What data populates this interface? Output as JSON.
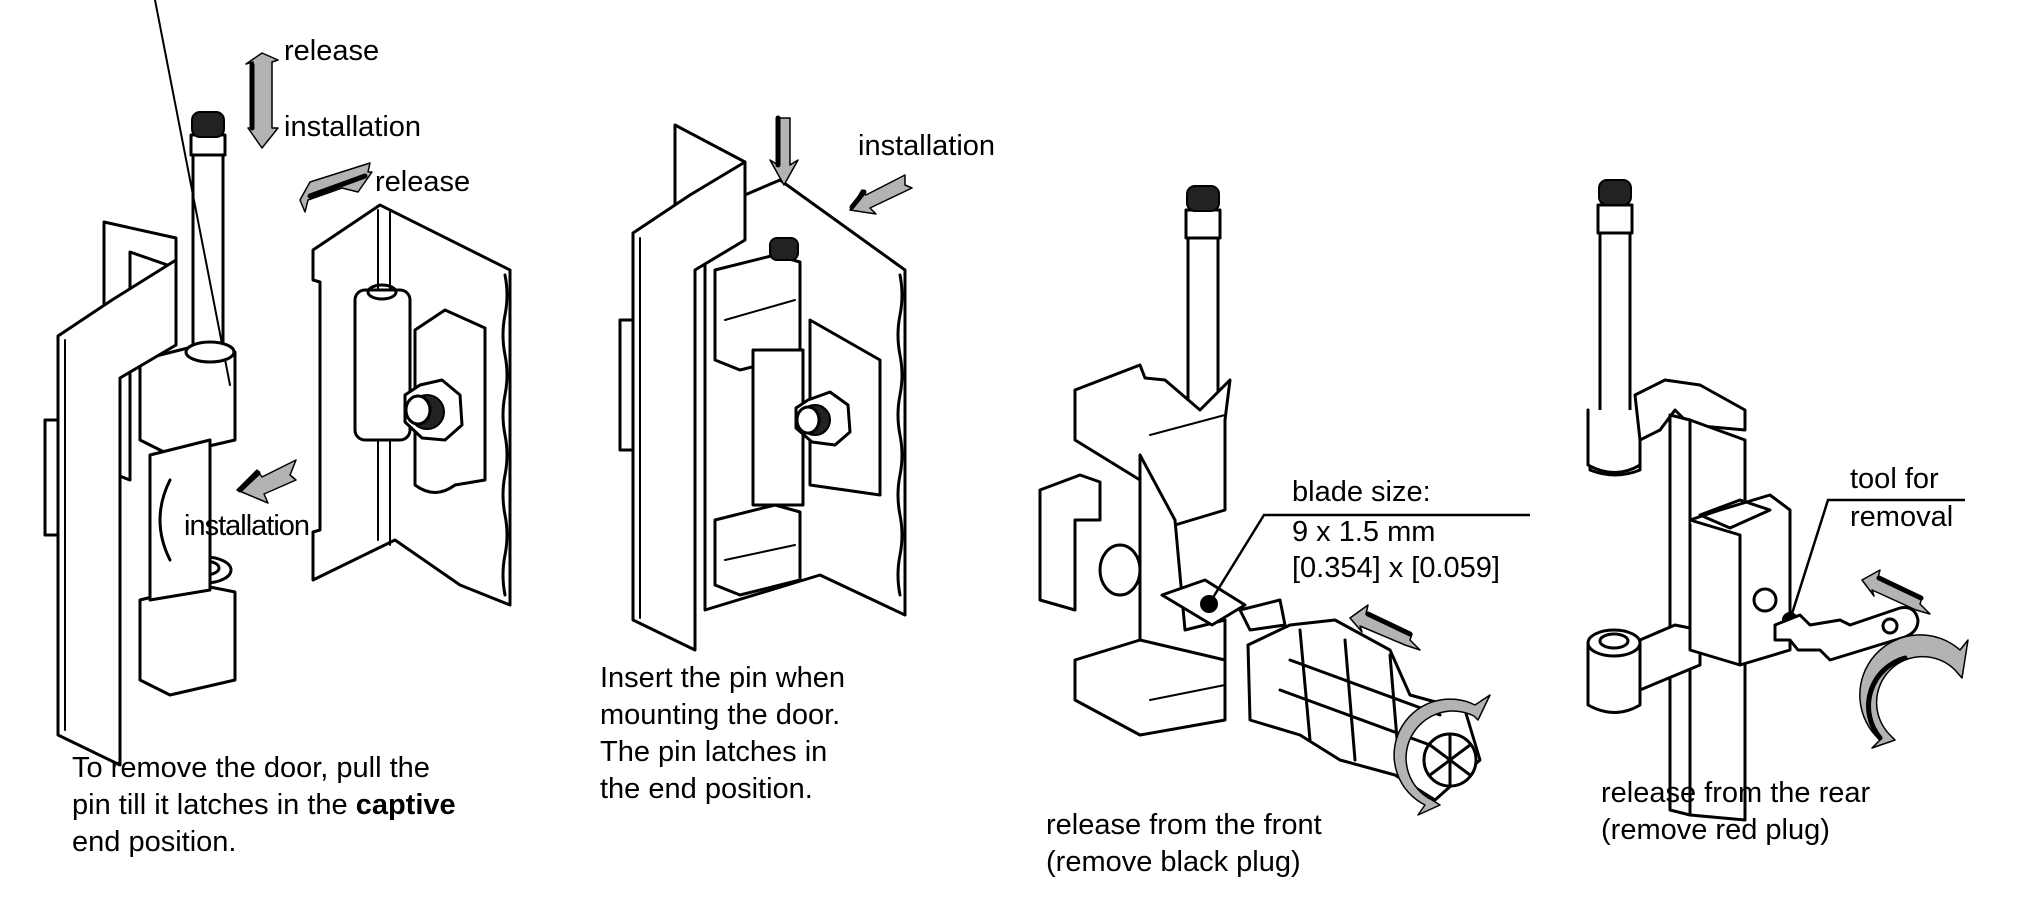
{
  "panels": [
    {
      "id": "remove-door",
      "labels": {
        "pin_release": "release",
        "pin_installation": "installation",
        "door_release": "release",
        "door_installation": "installation"
      },
      "caption": {
        "line1": "To remove the door, pull the",
        "line2_before": "pin till it latches in the ",
        "line2_bold": "captive",
        "line3": "end position."
      }
    },
    {
      "id": "insert-pin",
      "labels": {
        "installation": "installation"
      },
      "caption": {
        "line1": "Insert the pin when",
        "line2": "mounting the door.",
        "line3": "The pin latches in",
        "line4": "the end position."
      }
    },
    {
      "id": "release-front",
      "labels": {
        "blade_title": "blade size:",
        "blade_metric": "9  x 1.5 mm",
        "blade_imperial": "[0.354] x [0.059]"
      },
      "caption": {
        "line1": "release from the front",
        "line2": "(remove black plug)"
      }
    },
    {
      "id": "release-rear",
      "labels": {
        "tool_line1": "tool for",
        "tool_line2": "removal"
      },
      "caption": {
        "line1": "release from the rear",
        "line2": "(remove red plug)"
      }
    }
  ],
  "colors": {
    "arrow_fill": "#b3b3b3",
    "line": "#000000",
    "background": "#ffffff"
  }
}
